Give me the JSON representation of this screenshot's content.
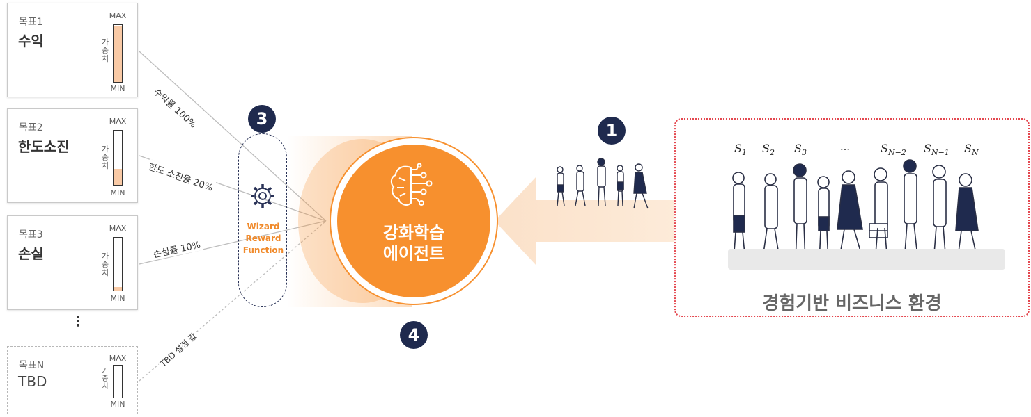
{
  "goals": [
    {
      "num": "목표1",
      "name": "수익",
      "max": "MAX",
      "min": "MIN",
      "weight_label": "가중치",
      "level": 0.98
    },
    {
      "num": "목표2",
      "name": "한도소진",
      "max": "MAX",
      "min": "MIN",
      "weight_label": "가중치",
      "level": 0.3
    },
    {
      "num": "목표3",
      "name": "손실",
      "max": "MAX",
      "min": "MIN",
      "weight_label": "가중치",
      "level": 0.06
    },
    {
      "num": "목표N",
      "name": "TBD",
      "max": "MAX",
      "min": "MIN",
      "weight_label": "가중치",
      "level": 0.0
    }
  ],
  "ellipsis": "⋮",
  "connectors": {
    "c1": "수익률 100%",
    "c2": "한도 소진율 20%",
    "c3": "손실률 10%",
    "c4": "TBD 설정 값"
  },
  "reward_function": {
    "line1": "Wizard",
    "line2": "Reward",
    "line3": "Function",
    "icon": "gear-icon"
  },
  "agent": {
    "line1": "강화학습",
    "line2": "에이전트",
    "icon": "brain-circuit-icon"
  },
  "badges": {
    "b1": "1",
    "b3": "3",
    "b4": "4"
  },
  "environment": {
    "title": "경험기반 비즈니스 환경",
    "states": [
      {
        "base": "S",
        "sub": "1"
      },
      {
        "base": "S",
        "sub": "2"
      },
      {
        "base": "S",
        "sub": "3"
      },
      {
        "base": "…",
        "sub": ""
      },
      {
        "base": "S",
        "sub": "N−2"
      },
      {
        "base": "S",
        "sub": "N−1"
      },
      {
        "base": "S",
        "sub": "N"
      }
    ]
  },
  "colors": {
    "accent_orange": "#f7902e",
    "navy": "#1f2a4e",
    "env_border": "#e4474f",
    "bar_fill": "#f9caa6"
  }
}
